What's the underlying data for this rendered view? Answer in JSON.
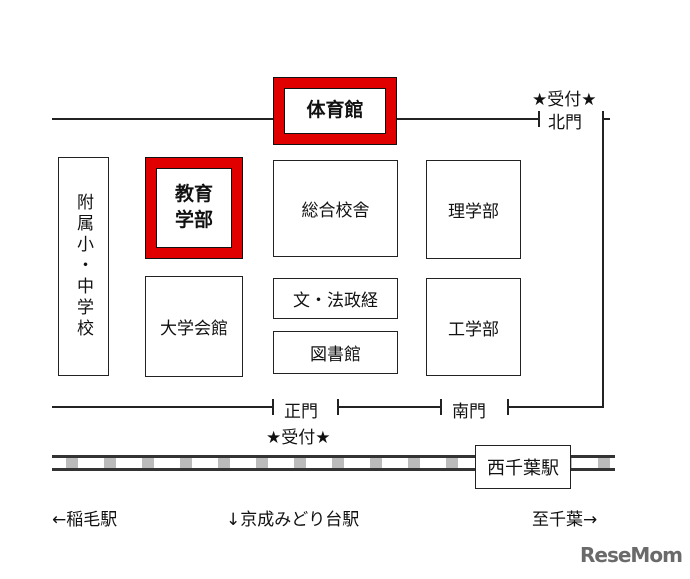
{
  "buildings": {
    "gym": "体育館",
    "affiliated_school": "附属小・中学校",
    "education_line1": "教育",
    "education_line2": "学部",
    "general_building": "総合校舎",
    "science": "理学部",
    "university_hall": "大学会館",
    "humanities_law_econ": "文・法政経",
    "library": "図書館",
    "engineering": "工学部"
  },
  "gates": {
    "north": "北門",
    "main": "正門",
    "south": "南門",
    "reception_north": "★受付★",
    "reception_main": "★受付★"
  },
  "rail": {
    "station": "西千葉駅",
    "to_inage": "←稲毛駅",
    "to_midoridai": "↓京成みどり台駅",
    "to_chiba": "至千葉→"
  },
  "highlight_color": "#e00000",
  "logo": "ReseMom"
}
